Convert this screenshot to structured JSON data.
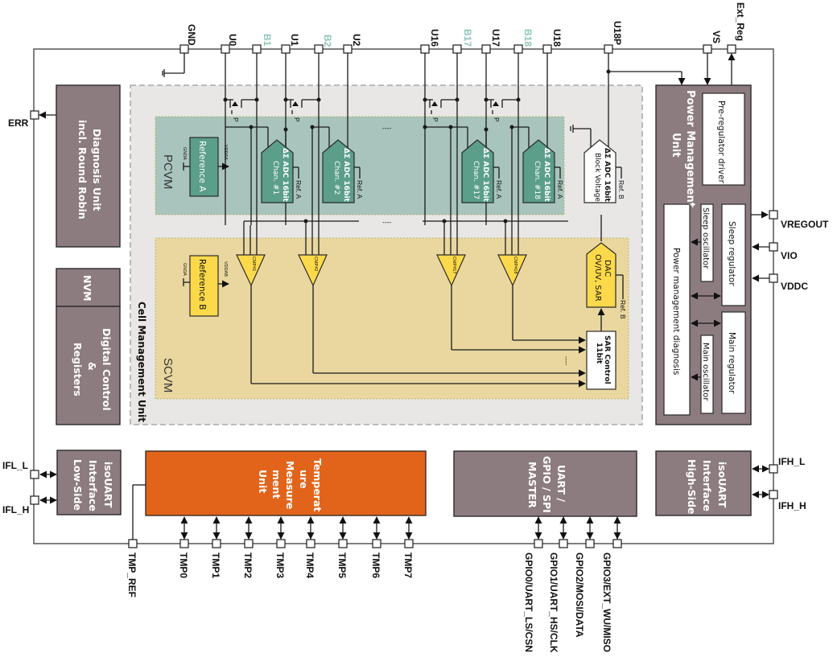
{
  "diagram": {
    "colors": {
      "digital_block": "#8c7c80",
      "temperature_block": "#e2641a",
      "pcvm_zone": "#a8c4bc",
      "pcvm_adc": "#5b9e89",
      "scvm_zone": "#e9d79f",
      "scvm_block": "#fcd94a",
      "cmu_zone": "#e8e7e6",
      "balancing_pin_label": "#8fc6bb"
    },
    "top_pins": [
      {
        "id": "gnd",
        "label": "GND",
        "kind": "supply"
      },
      {
        "id": "u0",
        "label": "U0",
        "kind": "cell"
      },
      {
        "id": "b1",
        "label": "B1",
        "kind": "balance"
      },
      {
        "id": "u1",
        "label": "U1",
        "kind": "cell"
      },
      {
        "id": "b2",
        "label": "B2",
        "kind": "balance"
      },
      {
        "id": "u2",
        "label": "U2",
        "kind": "cell"
      },
      {
        "id": "u16",
        "label": "U16",
        "kind": "cell"
      },
      {
        "id": "b17",
        "label": "B17",
        "kind": "balance"
      },
      {
        "id": "u17",
        "label": "U17",
        "kind": "cell"
      },
      {
        "id": "b18",
        "label": "B18",
        "kind": "balance"
      },
      {
        "id": "u18",
        "label": "U18",
        "kind": "cell"
      },
      {
        "id": "u18p",
        "label": "U18P",
        "kind": "cell"
      },
      {
        "id": "vs",
        "label": "VS",
        "kind": "supply"
      },
      {
        "id": "ext_reg",
        "label": "Ext_Reg",
        "kind": "supply"
      }
    ],
    "left_pins": [
      {
        "id": "err",
        "label": "ERR"
      },
      {
        "id": "ifl_l",
        "label": "IFL_L"
      },
      {
        "id": "ifl_h",
        "label": "IFL_H"
      }
    ],
    "right_pins": [
      {
        "id": "vregout",
        "label": "VREGOUT"
      },
      {
        "id": "vio",
        "label": "VIO"
      },
      {
        "id": "vddc",
        "label": "VDDC"
      },
      {
        "id": "ifh_l",
        "label": "IFH_L"
      },
      {
        "id": "ifh_h",
        "label": "IFH_H"
      }
    ],
    "bottom_pins": [
      {
        "id": "tmp_ref",
        "label": "TMP_REF"
      },
      {
        "id": "tmp0",
        "label": "TMP0"
      },
      {
        "id": "tmp1",
        "label": "TMP1"
      },
      {
        "id": "tmp2",
        "label": "TMP2"
      },
      {
        "id": "tmp3",
        "label": "TMP3"
      },
      {
        "id": "tmp4",
        "label": "TMP4"
      },
      {
        "id": "tmp5",
        "label": "TMP5"
      },
      {
        "id": "tmp6",
        "label": "TMP6"
      },
      {
        "id": "tmp7",
        "label": "TMP7"
      },
      {
        "id": "gpio0",
        "label": "GPIO0/UART_LS/CSN"
      },
      {
        "id": "gpio1",
        "label": "GPIO1/UART_HS/CLK"
      },
      {
        "id": "gpio2",
        "label": "GPIO2/MOSI/DATA"
      },
      {
        "id": "gpio3",
        "label": "GPIO3/EXT_WU/MISO"
      }
    ],
    "blocks": {
      "diagnosis": {
        "line1": "Diagnosis Unit",
        "line2": "incl. Round Robin"
      },
      "nvm": {
        "label": "NVM"
      },
      "digital_control": {
        "line1": "Digital Control",
        "line2": "&",
        "line3": "Registers"
      },
      "cmu": {
        "label": "Cell Management Unit"
      },
      "pcvm": {
        "label": "PCVM"
      },
      "scvm": {
        "label": "SCVM"
      },
      "reference_a": {
        "label": "Reference A",
        "gnd": "GNDA",
        "vdd": "VDDAA"
      },
      "reference_b": {
        "label": "Reference B",
        "gnd": "GNDA",
        "vdd": "VDDAB"
      },
      "adcs": [
        {
          "line1": "ΔΣ ADC 16bit",
          "line2": "Chan. #1",
          "ref": "Ref. A"
        },
        {
          "line1": "ΔΣ ADC 16bit",
          "line2": "Chan. #2",
          "ref": "Ref. A"
        },
        {
          "line1": "ΔΣ ADC 16bit",
          "line2": "Chan. #17",
          "ref": "Ref. A"
        },
        {
          "line1": "ΔΣ ADC 16bit",
          "line2": "Chan. #18",
          "ref": "Ref. A"
        }
      ],
      "block_adc": {
        "line1": "ΔΣ ADC 16bit",
        "line2": "Block Voltage",
        "ref": "Ref. B"
      },
      "comparators": [
        {
          "label": "CMP#1"
        },
        {
          "label": "CMP#2"
        },
        {
          "label": "CMP#17"
        },
        {
          "label": "CMP#18"
        }
      ],
      "dac": {
        "line1": "DAC",
        "line2": "OV/UV, SAR",
        "ref": "Ref. B"
      },
      "sar": {
        "line1": "SAR Control",
        "line2": "11bit"
      },
      "mosfet_gate_label": "P",
      "ellipsis": "----",
      "power_mgmt": {
        "title1": "Power Management",
        "title2": "Unit",
        "pre_reg": "Pre-regulator driver",
        "pm_diag": "Power management diagnosis",
        "sleep_osc": "Sleep oscillator",
        "sleep_reg": "Sleep  regulator",
        "main_reg": "Main regulator",
        "main_osc": "Main oscillator"
      },
      "isouart_low": {
        "line1": "isoUART",
        "line2": "Interface",
        "line3": "Low-Side"
      },
      "isouart_high": {
        "line1": "isoUART",
        "line2": "Interface",
        "line3": "High-Side"
      },
      "temperature": {
        "line1": "Temperat",
        "line2": "ure",
        "line3": "Measure",
        "line4": "ment",
        "line5": "Unit"
      },
      "uart": {
        "line1": "UART /",
        "line2": "GPIO / SPI",
        "line3": "MASTER"
      }
    }
  }
}
